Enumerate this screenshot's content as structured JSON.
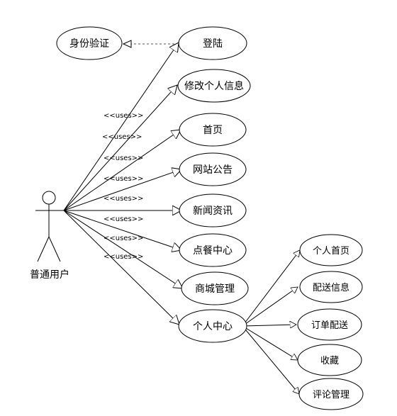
{
  "actor": {
    "label": "普通用户"
  },
  "include_case": {
    "label": "身份验证"
  },
  "use_cases": [
    {
      "label": "登陆"
    },
    {
      "label": "修改个人信息"
    },
    {
      "label": "首页"
    },
    {
      "label": "网站公告"
    },
    {
      "label": "新闻资讯"
    },
    {
      "label": "点餐中心"
    },
    {
      "label": "商城管理"
    },
    {
      "label": "个人中心"
    }
  ],
  "sub_cases": [
    {
      "label": "个人首页"
    },
    {
      "label": "配送信息"
    },
    {
      "label": "订单配送"
    },
    {
      "label": "收藏"
    },
    {
      "label": "评论管理"
    }
  ],
  "uses_label": "<<uses>>"
}
